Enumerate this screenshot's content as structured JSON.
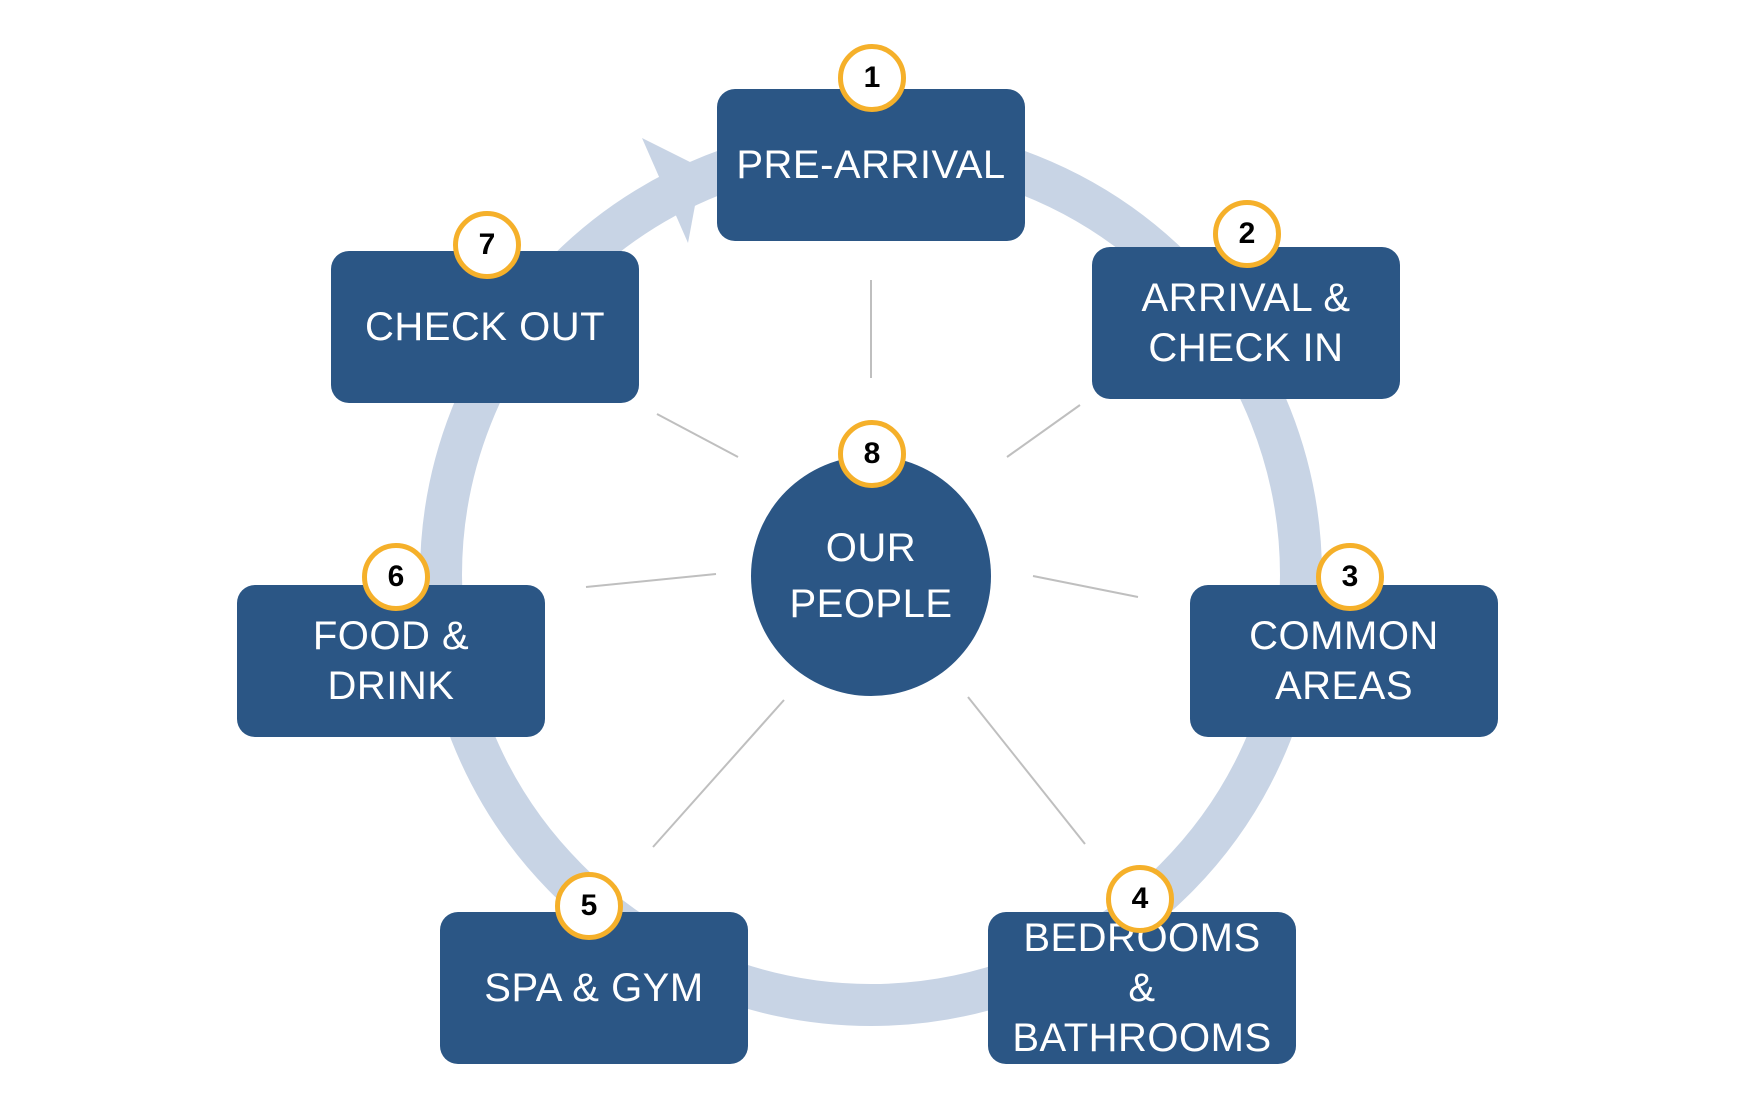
{
  "colors": {
    "box_fill": "#2b5685",
    "box_text": "#ffffff",
    "ring_arrow": "#c8d4e5",
    "badge_border": "#f5b02a",
    "badge_fill": "#ffffff",
    "spoke_line": "#bfbfbf"
  },
  "center": {
    "number": "8",
    "label": "OUR\nPEOPLE"
  },
  "stages": [
    {
      "number": "1",
      "label": "PRE-ARRIVAL"
    },
    {
      "number": "2",
      "label": "ARRIVAL &\nCHECK IN"
    },
    {
      "number": "3",
      "label": "COMMON\nAREAS"
    },
    {
      "number": "4",
      "label": "BEDROOMS &\nBATHROOMS"
    },
    {
      "number": "5",
      "label": "SPA & GYM"
    },
    {
      "number": "6",
      "label": "FOOD &\nDRINK"
    },
    {
      "number": "7",
      "label": "CHECK OUT"
    }
  ]
}
